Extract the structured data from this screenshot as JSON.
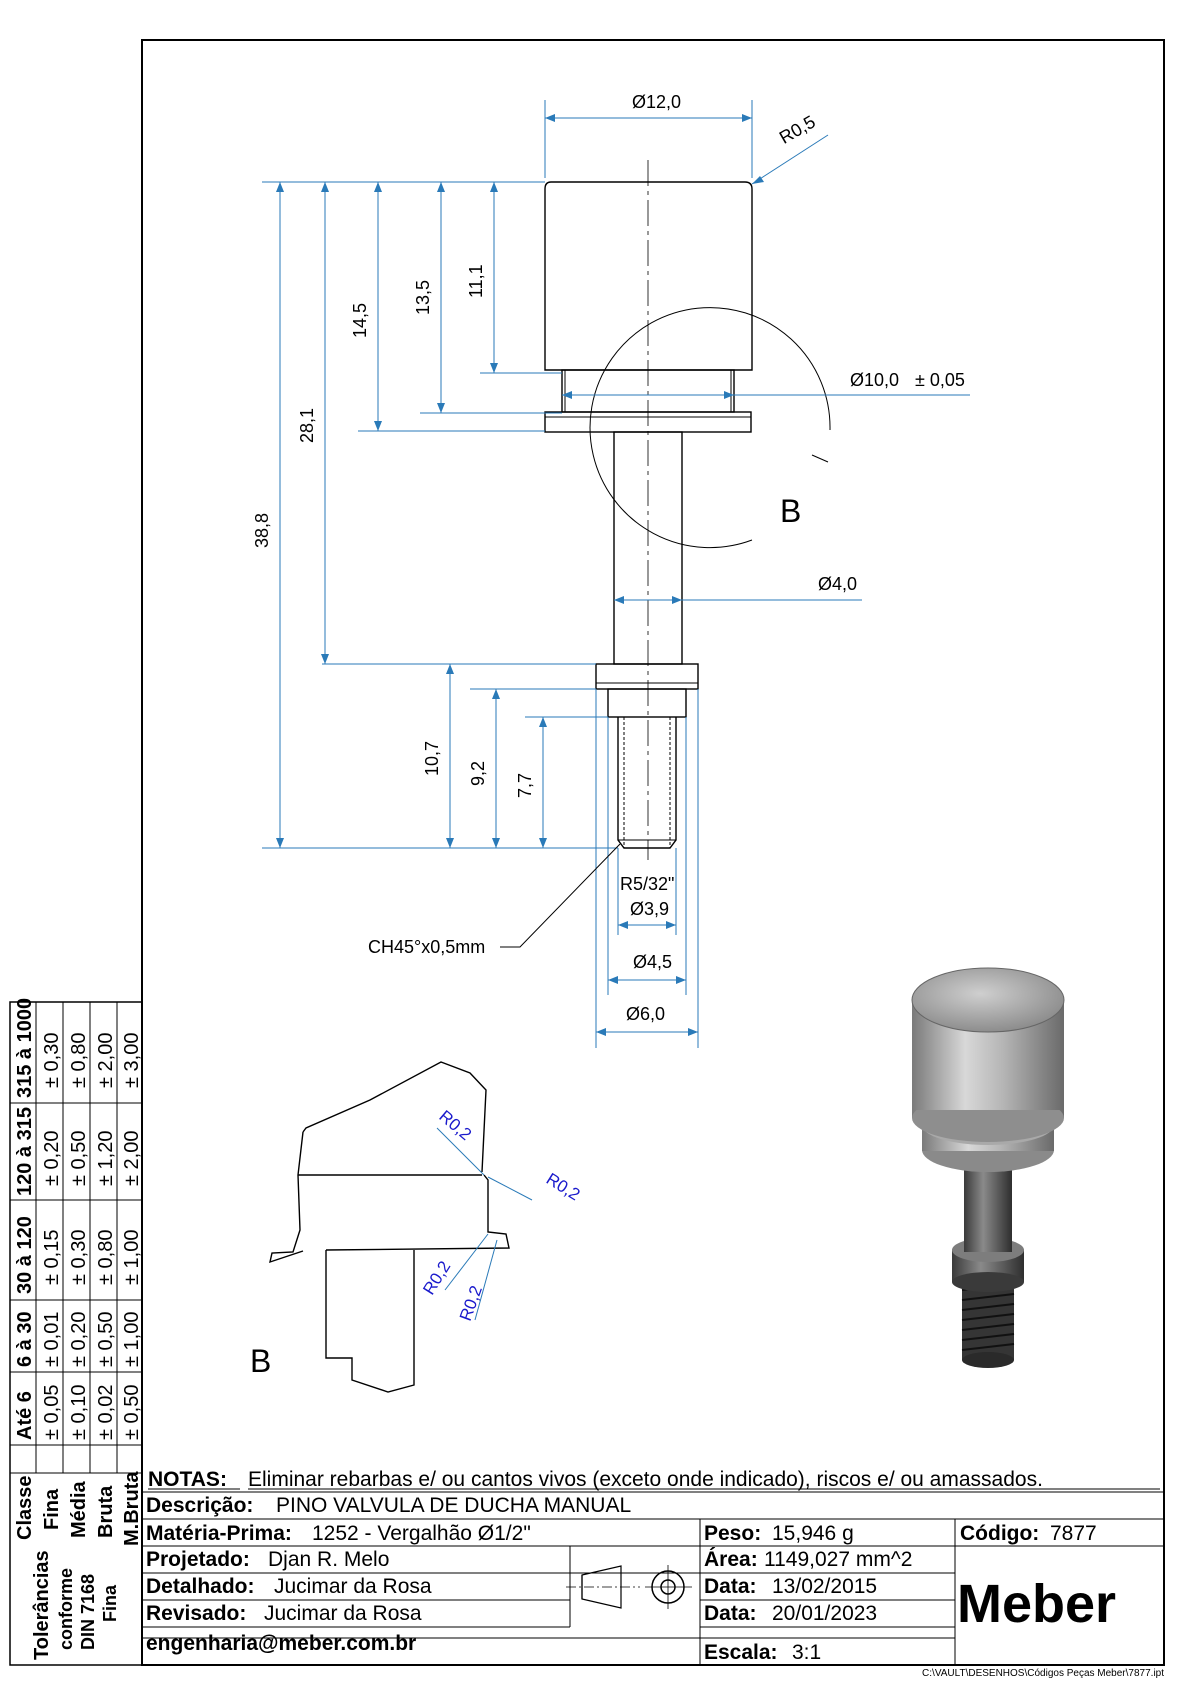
{
  "drawing": {
    "dims": {
      "d_head": "Ø12,0",
      "r_head": "R0,5",
      "d_groove": "Ø10,0",
      "d_groove_tol": "± 0,05",
      "d_shaft": "Ø4,0",
      "l_38_8": "38,8",
      "l_28_1": "28,1",
      "l_14_5": "14,5",
      "l_13_5": "13,5",
      "l_11_1": "11,1",
      "l_10_7": "10,7",
      "l_9_2": "9,2",
      "l_7_7": "7,7",
      "thread": "R5/32\"",
      "d_3_9": "Ø3,9",
      "d_4_5": "Ø4,5",
      "d_6_0": "Ø6,0",
      "chamfer": "CH45°x0,5mm"
    },
    "detail_label": "B",
    "detail_view_label": "B",
    "detail_radii": [
      "R0,2",
      "R0,2",
      "R0,2",
      "R0,2"
    ]
  },
  "tolerance": {
    "title_lines": [
      "Tolerâncias",
      "conforme",
      "DIN 7168",
      "Fina"
    ],
    "header": [
      "Classe",
      "Até 6",
      "6 à 30",
      "30 à 120",
      "120 à 315",
      "315 à 1000"
    ],
    "rows": [
      {
        "cls": "Fina",
        "vals": [
          "± 0,05",
          "± 0,01",
          "± 0,15",
          "± 0,20",
          "± 0,30"
        ]
      },
      {
        "cls": "Média",
        "vals": [
          "± 0,10",
          "± 0,20",
          "± 0,30",
          "± 0,50",
          "± 0,80"
        ]
      },
      {
        "cls": "Bruta",
        "vals": [
          "± 0,02",
          "± 0,50",
          "± 0,80",
          "± 1,20",
          "± 2,00"
        ]
      },
      {
        "cls": "M.Bruta",
        "vals": [
          "± 0,50",
          "± 1,00",
          "± 1,00",
          "± 2,00",
          "± 3,00"
        ]
      }
    ]
  },
  "titleblock": {
    "notes_label": "NOTAS:",
    "notes_text": "Eliminar rebarbas e/ ou cantos vivos (exceto onde indicado), riscos e/ ou amassados.",
    "desc_label": "Descrição:",
    "desc_value": "PINO VALVULA DE DUCHA MANUAL",
    "material_label": "Matéria-Prima:",
    "material_value": "1252 - Vergalhão Ø1/2\"",
    "weight_label": "Peso:",
    "weight_value": "15,946 g",
    "code_label": "Código:",
    "code_value": "7877",
    "designed_label": "Projetado:",
    "designed_value": "Djan R. Melo",
    "area_label": "Área:",
    "area_value": "1149,027 mm^2",
    "detailed_label": "Detalhado:",
    "detailed_value": "Jucimar da Rosa",
    "date1_label": "Data:",
    "date1_value": "13/02/2015",
    "reviewed_label": "Revisado:",
    "reviewed_value": "Jucimar da Rosa",
    "date2_label": "Data:",
    "date2_value": "20/01/2023",
    "email": "engenharia@meber.com.br",
    "scale_label": "Escala:",
    "scale_value": "3:1",
    "logo": "Meber",
    "file_path": "C:\\VAULT\\DESENHOS\\Códigos Peças Meber\\7877.ipt"
  }
}
